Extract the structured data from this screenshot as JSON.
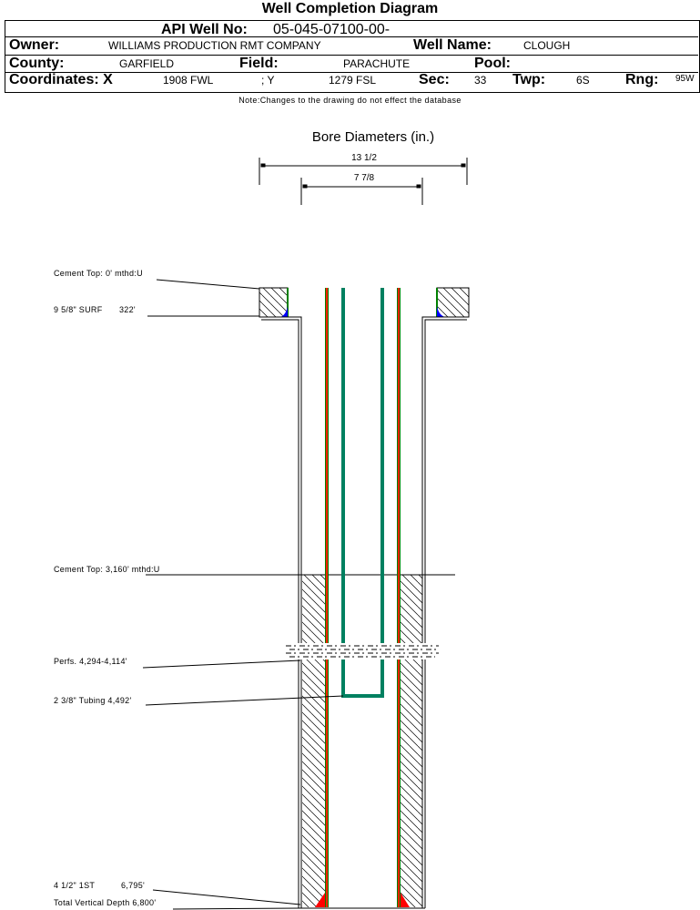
{
  "header": {
    "title": "Well Completion Diagram",
    "api_label": "API Well No:",
    "api_value": "05-045-07100-00-",
    "owner_label": "Owner:",
    "owner_value": "WILLIAMS PRODUCTION RMT COMPANY",
    "well_name_label": "Well Name:",
    "well_name_value": "CLOUGH",
    "county_label": "County:",
    "county_value": "GARFIELD",
    "field_label": "Field:",
    "field_value": "PARACHUTE",
    "pool_label": "Pool:",
    "pool_value": "",
    "coords_label": "Coordinates: X",
    "coord_x": "1908 FWL",
    "coord_y_label": "; Y",
    "coord_y": "1279 FSL",
    "sec_label": "Sec:",
    "sec_value": "33",
    "twp_label": "Twp:",
    "twp_value": "6S",
    "rng_label": "Rng:",
    "rng_value": "95W"
  },
  "note": "Note:Changes to the drawing do not effect the database",
  "diagram": {
    "title": "Bore Diameters (in.)",
    "bore_diameters": [
      "13 1/2",
      "7 7/8"
    ],
    "callouts": {
      "cement_top_surface": "Cement Top: 0' mthd:U",
      "surface_casing": "9 5/8\" SURF",
      "surface_casing_depth": "322'",
      "cement_top_production": "Cement Top: 3,160' mthd:U",
      "perfs": "Perfs. 4,294-4,114'",
      "tubing": "2 3/8\" Tubing 4,492'",
      "production_casing": "4 1/2\" 1ST",
      "production_casing_depth": "6,795'",
      "total_depth": "Total Vertical Depth 6,800'"
    },
    "colors": {
      "casing": "#ff2000",
      "casing_edge": "#008000",
      "tubing": "#008080",
      "cement_wedge_surface": "#0000ff",
      "cement_wedge_production": "#ff0000"
    }
  }
}
